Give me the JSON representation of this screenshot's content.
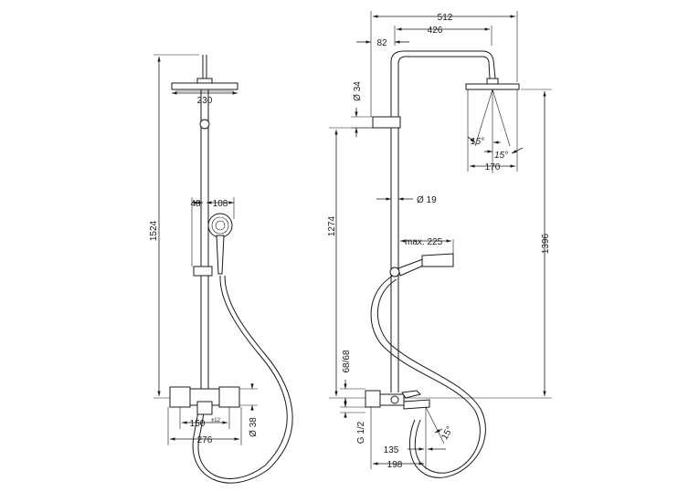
{
  "dimensions": {
    "left_height": "1524",
    "left_head_width": "230",
    "left_offset": "48",
    "left_handshower_width": "108",
    "left_center_distance": "150",
    "left_center_tolerance": "±12",
    "left_total_width": "276",
    "left_diameter": "Ø 38",
    "top_width": "512",
    "arm_length": "426",
    "wall_offset": "82",
    "bar_diameter_34": "Ø 34",
    "bar_diameter_19": "Ø 19",
    "height_1274": "1274",
    "max_distance": "max. 225",
    "height_1396": "1396",
    "head_depth": "170",
    "tilt_angle_left": "15°",
    "tilt_angle_right": "15°",
    "height_68": "68/68",
    "thread": "G 1/2",
    "spout_135": "135",
    "spout_198": "198",
    "spout_angle": "15°"
  }
}
